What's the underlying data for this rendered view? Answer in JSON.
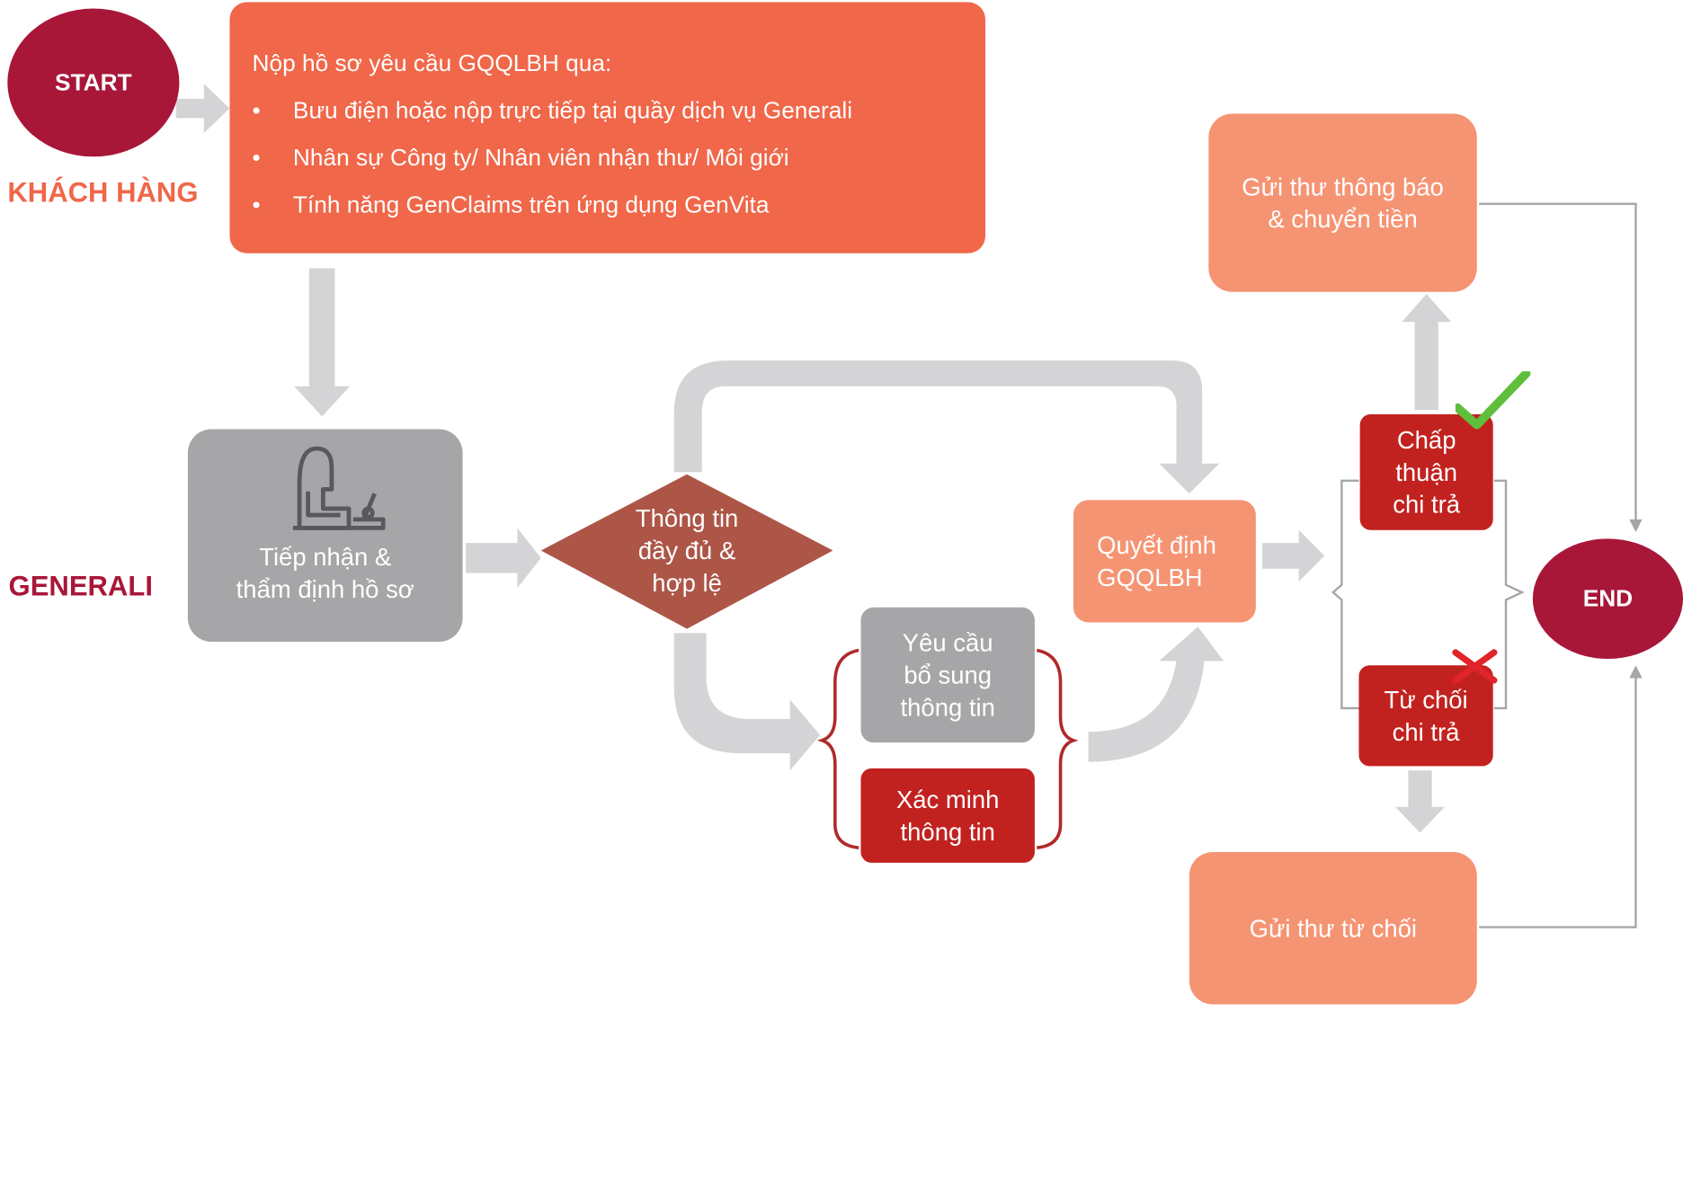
{
  "start_label": "START",
  "end_label": "END",
  "lanes": {
    "customer": "KHÁCH HÀNG",
    "company": "GENERALI"
  },
  "submit": {
    "title": "Nộp hồ sơ yêu cầu GQQLBH qua:",
    "items": [
      "Bưu điện hoặc nộp trực tiếp tại quầy dịch vụ Generali",
      "Nhân sự Công ty/ Nhân viên nhận thư/ Môi giới",
      "Tính năng GenClaims trên ứng dụng GenVita"
    ]
  },
  "steps": {
    "receive": "Tiếp nhận &\nthẩm định hồ sơ",
    "check": "Thông tin\nđầy đủ &\nhợp lệ",
    "request_more": "Yêu cầu\nbổ sung\nthông tin",
    "verify": "Xác minh\nthông tin",
    "decision": "Quyết định\nGQQLBH",
    "approve": "Chấp\nthuận\nchi trả",
    "reject": "Từ chối\nchi trả",
    "notify_pay": "Gửi thư thông báo\n& chuyển tiền",
    "notify_reject": "Gửi thư từ chối"
  },
  "icons": {
    "approve_mark": "check-icon",
    "reject_mark": "cross-icon",
    "receive": "desk-worker-icon",
    "bullet": "•"
  },
  "colors": {
    "brand_red": "#a81638",
    "submit_orange": "#f06749",
    "lane_customer": "#f06749",
    "lane_company": "#a81638",
    "gray_step": "#a6a6a8",
    "diamond": "#ad5647",
    "verify_red": "#c2221f",
    "decision_salmon": "#f59473",
    "arrow_gray": "#d4d4d6",
    "brace_red": "#b02a2a",
    "check_green": "#5fbf3a",
    "cross_red": "#e0242a"
  }
}
